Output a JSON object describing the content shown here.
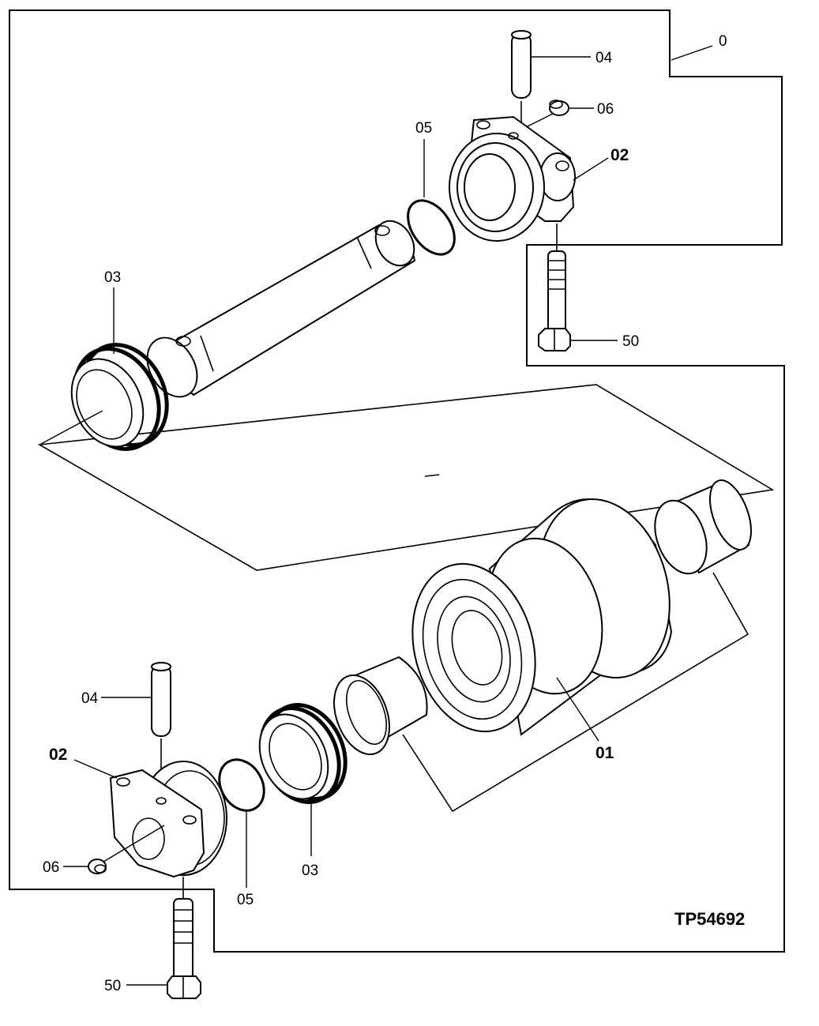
{
  "diagram": {
    "reference": "TP54692",
    "assembly_label": "0",
    "labels": {
      "roller": "01",
      "housing_top": "02",
      "housing_bottom": "02",
      "seal_top": "03",
      "seal_bottom": "03",
      "pin_top": "04",
      "pin_bottom": "04",
      "oring_top": "05",
      "oring_bottom": "05",
      "plug_top": "06",
      "plug_bottom": "06",
      "bolt_top": "50",
      "bolt_bottom": "50"
    }
  }
}
